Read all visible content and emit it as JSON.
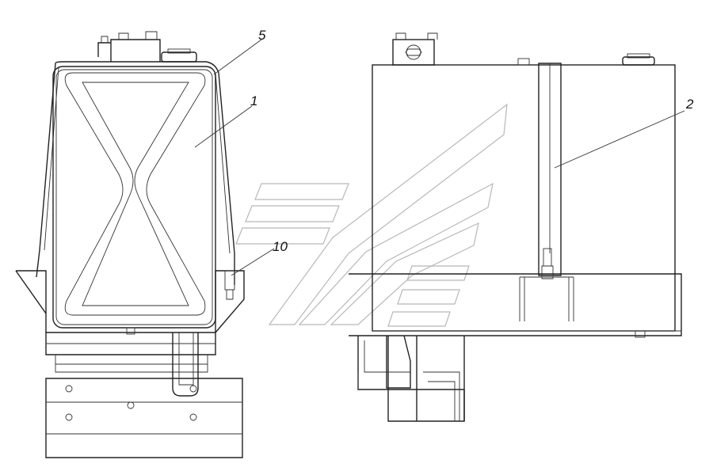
{
  "callouts": {
    "c1": "1",
    "c2": "2",
    "c5": "5",
    "c10": "10"
  }
}
